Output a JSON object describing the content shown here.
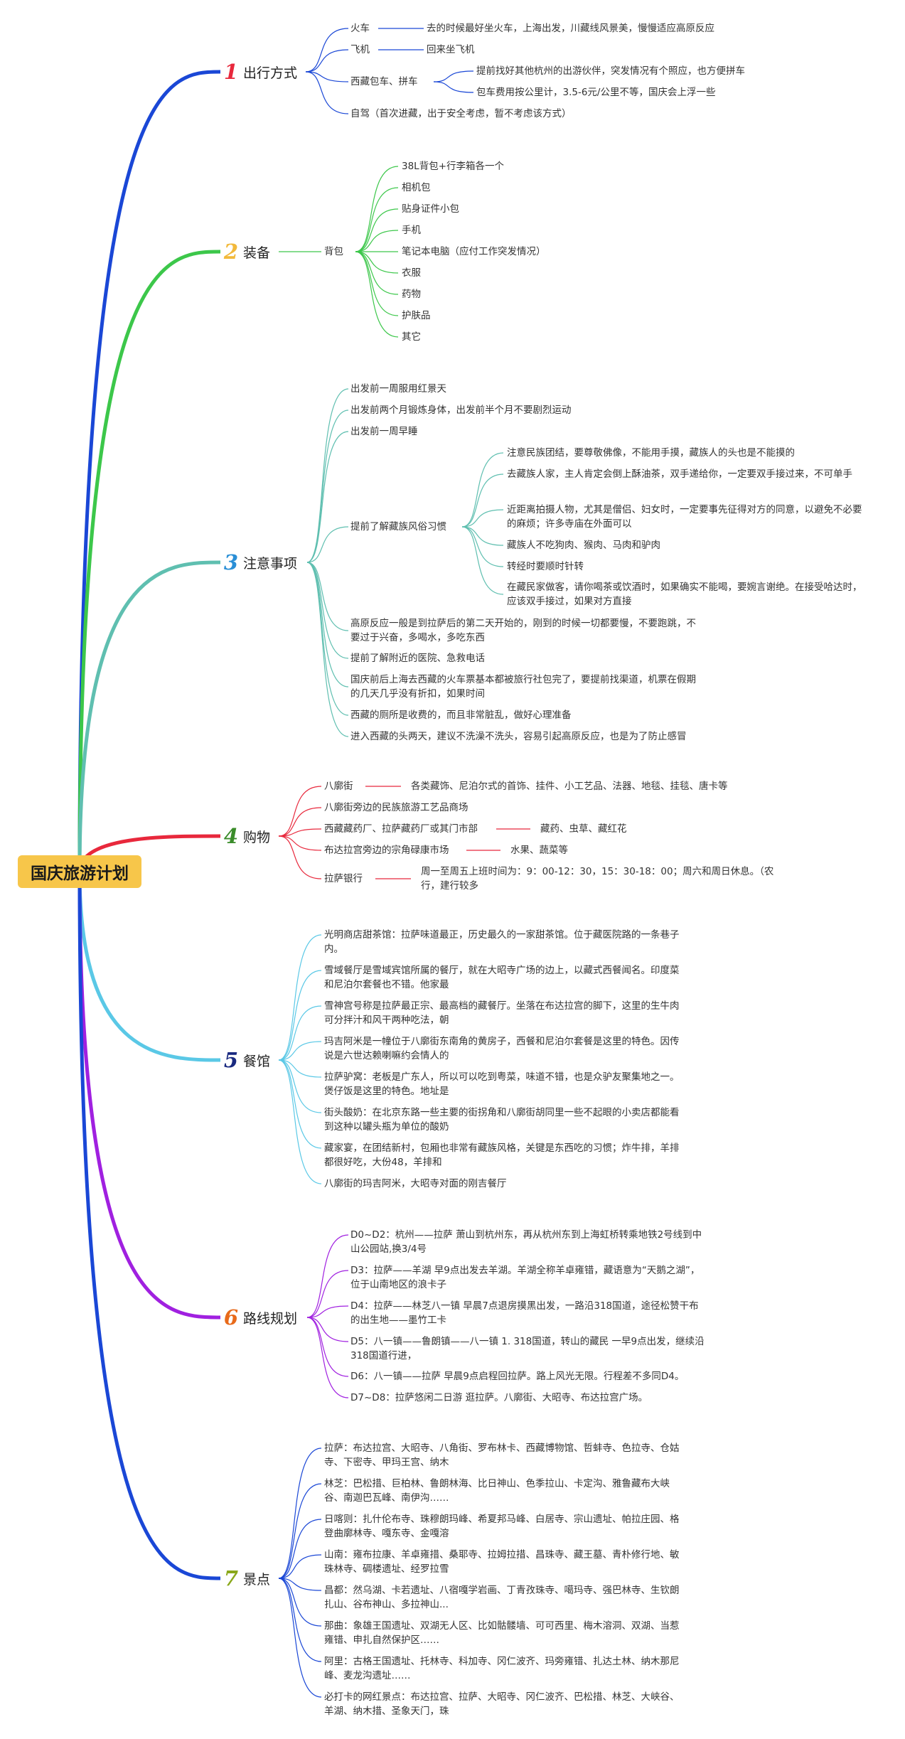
{
  "root": {
    "title": "国庆旅游计划",
    "color": "#f7c64a"
  },
  "branches": [
    {
      "num": "1",
      "label": "出行方式",
      "color": "#1a47d6",
      "nums_color": "#e8283c",
      "items": {
        "train": "火车",
        "train_note": "去的时候最好坐火车，上海出发，川藏线风景美，慢慢适应高原反应",
        "plane": "飞机",
        "plane_note": "回来坐飞机",
        "charter": "西藏包车、拼车",
        "charter_note1": "提前找好其他杭州的出游伙伴，突发情况有个照应，也方便拼车",
        "charter_note2": "包车费用按公里计，3.5-6元/公里不等，国庆会上浮一些",
        "selfdrive": "自驾（首次进藏，出于安全考虑，暂不考虑该方式）"
      }
    },
    {
      "num": "2",
      "label": "装备",
      "color": "#3cc74a",
      "nums_color": "#f2b93b",
      "items": {
        "bag": "背包",
        "list": [
          "38L背包+行李箱各一个",
          "相机包",
          "贴身证件小包",
          "手机",
          "笔记本电脑（应付工作突发情况）",
          "衣服",
          "药物",
          "护肤品",
          "其它"
        ]
      }
    },
    {
      "num": "3",
      "label": "注意事项",
      "color": "#5fbfb0",
      "nums_color": "#2a8fd6",
      "items": {
        "a": "出发前一周服用红景天",
        "b": "出发前两个月锻炼身体，出发前半个月不要剧烈运动",
        "c": "出发前一周早睡",
        "custom": "提前了解藏族风俗习惯",
        "custom_list": [
          "注意民族团结，要尊敬佛像，不能用手摸，藏族人的头也是不能摸的",
          "去藏族人家，主人肯定会倒上酥油茶，双手递给你，一定要双手接过来，不可单手",
          "近距离拍摄人物，尤其是僧侣、妇女时，一定要事先征得对方的同意，以避免不必要的麻烦；许多寺庙在外面可以",
          "藏族人不吃狗肉、猴肉、马肉和驴肉",
          "转经时要顺时针转",
          "在藏民家做客，请你喝茶或饮酒时，如果确实不能喝，要婉言谢绝。在接受哈达时，应该双手接过，如果对方直接"
        ],
        "d": "高原反应一般是到拉萨后的第二天开始的，刚到的时候一切都要慢，不要跑跳，不要过于兴奋，多喝水，多吃东西",
        "e": "提前了解附近的医院、急救电话",
        "f": "国庆前后上海去西藏的火车票基本都被旅行社包完了，要提前找渠道，机票在假期的几天几乎没有折扣，如果时间",
        "g": "西藏的厕所是收费的，而且非常脏乱，做好心理准备",
        "h": "进入西藏的头两天，建议不洗澡不洗头，容易引起高原反应，也是为了防止感冒"
      }
    },
    {
      "num": "4",
      "label": "购物",
      "color": "#e8283c",
      "nums_color": "#3a8c2a",
      "items": {
        "a": "八廓街",
        "a_note": "各类藏饰、尼泊尔式的首饰、挂件、小工艺品、法器、地毯、挂毯、唐卡等",
        "b": "八廓街旁边的民族旅游工艺品商场",
        "c": "西藏藏药厂、拉萨藏药厂或其门市部",
        "c_note": "藏药、虫草、藏红花",
        "d": "布达拉宫旁边的宗角碌康市场",
        "d_note": "水果、蔬菜等",
        "e": "拉萨银行",
        "e_note": "周一至周五上班时间为：9：00-12：30，15：30-18：00；周六和周日休息。（农行，建行较多"
      }
    },
    {
      "num": "5",
      "label": "餐馆",
      "color": "#5ac8e6",
      "nums_color": "#1a2a80",
      "items": [
        "光明商店甜茶馆：拉萨味道最正，历史最久的一家甜茶馆。位于藏医院路的一条巷子内。",
        "雪域餐厅是雪域宾馆所属的餐厅，就在大昭寺广场的边上，以藏式西餐闻名。印度菜和尼泊尔套餐也不错。他家最",
        "雪神宫号称是拉萨最正宗、最高档的藏餐厅。坐落在布达拉宫的脚下，这里的生牛肉可分拌汁和风干两种吃法，朝",
        "玛吉阿米是一幢位于八廓街东南角的黄房子，西餐和尼泊尔套餐是这里的特色。因传说是六世达赖喇嘛约会情人的",
        "拉萨驴窝：老板是广东人，所以可以吃到粤菜，味道不错，也是众驴友聚集地之一。煲仔饭是这里的特色。地址是",
        "街头酸奶：在北京东路一些主要的街拐角和八廓街胡同里一些不起眼的小卖店都能看到这种以罐头瓶为单位的酸奶",
        "藏家宴，在团结新村，包厢也非常有藏族风格，关键是东西吃的习惯；炸牛排，羊排都很好吃，大份48，羊排和",
        "八廓街的玛吉阿米，大昭寺对面的刚吉餐厅"
      ]
    },
    {
      "num": "6",
      "label": "路线规划",
      "color": "#a020e0",
      "nums_color": "#e86a1a",
      "items": [
        "D0~D2：杭州——拉萨 萧山到杭州东，再从杭州东到上海虹桥转乘地铁2号线到中山公园站,换3/4号",
        "D3：拉萨——羊湖 早9点出发去羊湖。羊湖全称羊卓雍错，藏语意为“天鹅之湖”，位于山南地区的浪卡子",
        "D4：拉萨——林芝八一镇 早晨7点退房摸黑出发，一路沿318国道，途径松赞干布的出生地——墨竹工卡",
        "D5：八一镇——鲁朗镇——八一镇 1. 318国道，转山的藏民 一早9点出发，继续沿318国道行进，",
        "D6：八一镇——拉萨 早晨9点启程回拉萨。路上风光无限。行程差不多同D4。",
        "D7~D8：拉萨悠闲二日游 逛拉萨。八廓街、大昭寺、布达拉宫广场。"
      ]
    },
    {
      "num": "7",
      "label": "景点",
      "color": "#1a47d6",
      "nums_color": "#8aa81a",
      "items": [
        "拉萨：布达拉宫、大昭寺、八角街、罗布林卡、西藏博物馆、哲蚌寺、色拉寺、仓姑寺、下密寺、甲玛王宫、纳木",
        "林芝：巴松措、巨柏林、鲁朗林海、比日神山、色季拉山、卡定沟、雅鲁藏布大峡谷、南迦巴瓦峰、南伊沟……",
        "日喀则：扎什伦布寺、珠穆朗玛峰、希夏邦马峰、白居寺、宗山遗址、帕拉庄园、格登曲廓林寺、嘎东寺、金嘎溶",
        "山南：雍布拉康、羊卓雍措、桑耶寺、拉姆拉措、昌珠寺、藏王墓、青朴修行地、敏珠林寺、碉楼遗址、经罗拉雪",
        "昌都：然乌湖、卡若遗址、八宿嘎学岩画、丁青孜珠寺、噶玛寺、强巴林寺、生钦朗扎山、谷布神山、多拉神山...",
        "那曲：象雄王国遗址、双湖无人区、比如骷髅墙、可可西里、梅木溶洞、双湖、当惹雍错、申扎自然保护区……",
        "阿里：古格王国遗址、托林寺、科加寺、冈仁波齐、玛旁雍错、扎达土林、纳木那尼峰、麦龙沟遗址……",
        "必打卡的网红景点：布达拉宫、拉萨、大昭寺、冈仁波齐、巴松措、林芝、大峡谷、羊湖、纳木措、圣象天门，珠"
      ]
    }
  ]
}
